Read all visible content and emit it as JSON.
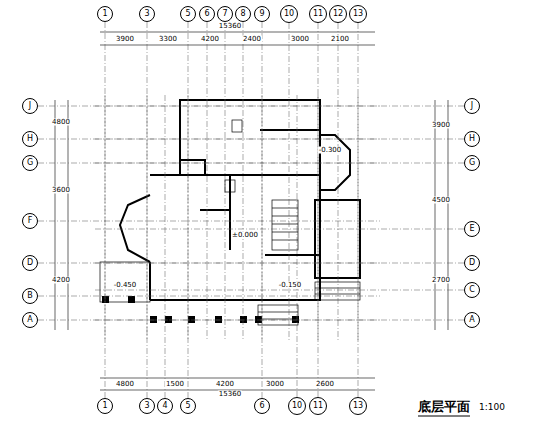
{
  "diagram": {
    "title": "底层平面",
    "nodes": [
      {
        "text": [
          "1"
        ]
      },
      {
        "text": [
          "3"
        ]
      },
      {
        "text": [
          "5"
        ]
      },
      {
        "text": [
          "6"
        ]
      },
      {
        "text": [
          "7"
        ]
      },
      {
        "text": [
          "8"
        ]
      },
      {
        "text": [
          "9"
        ]
      },
      {
        "text": [
          "10"
        ]
      },
      {
        "text": [
          "11"
        ]
      },
      {
        "text": [
          "12"
        ]
      },
      {
        "text": [
          "13"
        ]
      },
      {
        "text": [
          "J"
        ]
      },
      {
        "text": [
          "H"
        ]
      },
      {
        "text": [
          "G"
        ]
      },
      {
        "text": [
          "F"
        ]
      },
      {
        "text": [
          "D"
        ]
      },
      {
        "text": [
          "B"
        ]
      },
      {
        "text": [
          "A"
        ]
      },
      {
        "text": [
          "J"
        ]
      },
      {
        "text": [
          "H"
        ]
      },
      {
        "text": [
          "G"
        ]
      },
      {
        "text": [
          "E"
        ]
      },
      {
        "text": [
          "D"
        ]
      },
      {
        "text": [
          "C"
        ]
      },
      {
        "text": [
          "A"
        ]
      },
      {
        "text": [
          "1"
        ]
      },
      {
        "text": [
          "3"
        ]
      },
      {
        "text": [
          "4"
        ]
      },
      {
        "text": [
          "5"
        ]
      },
      {
        "text": [
          "6"
        ]
      },
      {
        "text": [
          "10"
        ]
      },
      {
        "text": [
          "11"
        ]
      },
      {
        "text": [
          "13"
        ]
      }
    ],
    "labels": [
      "1:100",
      "15360",
      "3900",
      "3300",
      "4200",
      "2400",
      "3000",
      "2100",
      "15360",
      "4800",
      "1500",
      "4200",
      "3000",
      "2600",
      "4800",
      "3600",
      "4200",
      "3900",
      "4500",
      "2700",
      "±0.000",
      "-0.450",
      "-0.150",
      "-0.300"
    ]
  }
}
